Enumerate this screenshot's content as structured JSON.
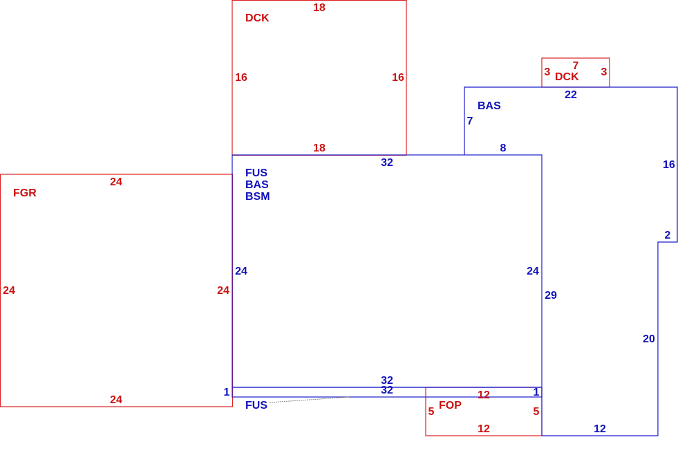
{
  "colors": {
    "red": "#dd2222",
    "blue": "#1a1acc"
  },
  "labels": {
    "dck_top": "DCK",
    "dck_small": "DCK",
    "fgr": "FGR",
    "fus_main": "FUS",
    "bas_main": "BAS",
    "bsm_main": "BSM",
    "bas_right": "BAS",
    "fus_bottom": "FUS",
    "fop": "FOP"
  },
  "dims": {
    "dck_top_top": "18",
    "dck_top_left": "16",
    "dck_top_right": "16",
    "dck_top_bottom": "18",
    "dck_small_top": "7",
    "dck_small_left": "3",
    "dck_small_right": "3",
    "bas_top": "22",
    "bas_left": "7",
    "bas_inner": "8",
    "bas_right_upper": "16",
    "bas_notch": "2",
    "bas_right_lower": "20",
    "bas_bottom": "12",
    "bas_inner_vertical": "29",
    "main_top": "32",
    "main_left": "24",
    "main_right": "24",
    "main_bottom": "32",
    "strip_bottom": "32",
    "strip_left": "1",
    "strip_right": "1",
    "fgr_top": "24",
    "fgr_left": "24",
    "fgr_right": "24",
    "fgr_bottom": "24",
    "fop_top": "12",
    "fop_left": "5",
    "fop_right": "5",
    "fop_bottom": "12"
  }
}
